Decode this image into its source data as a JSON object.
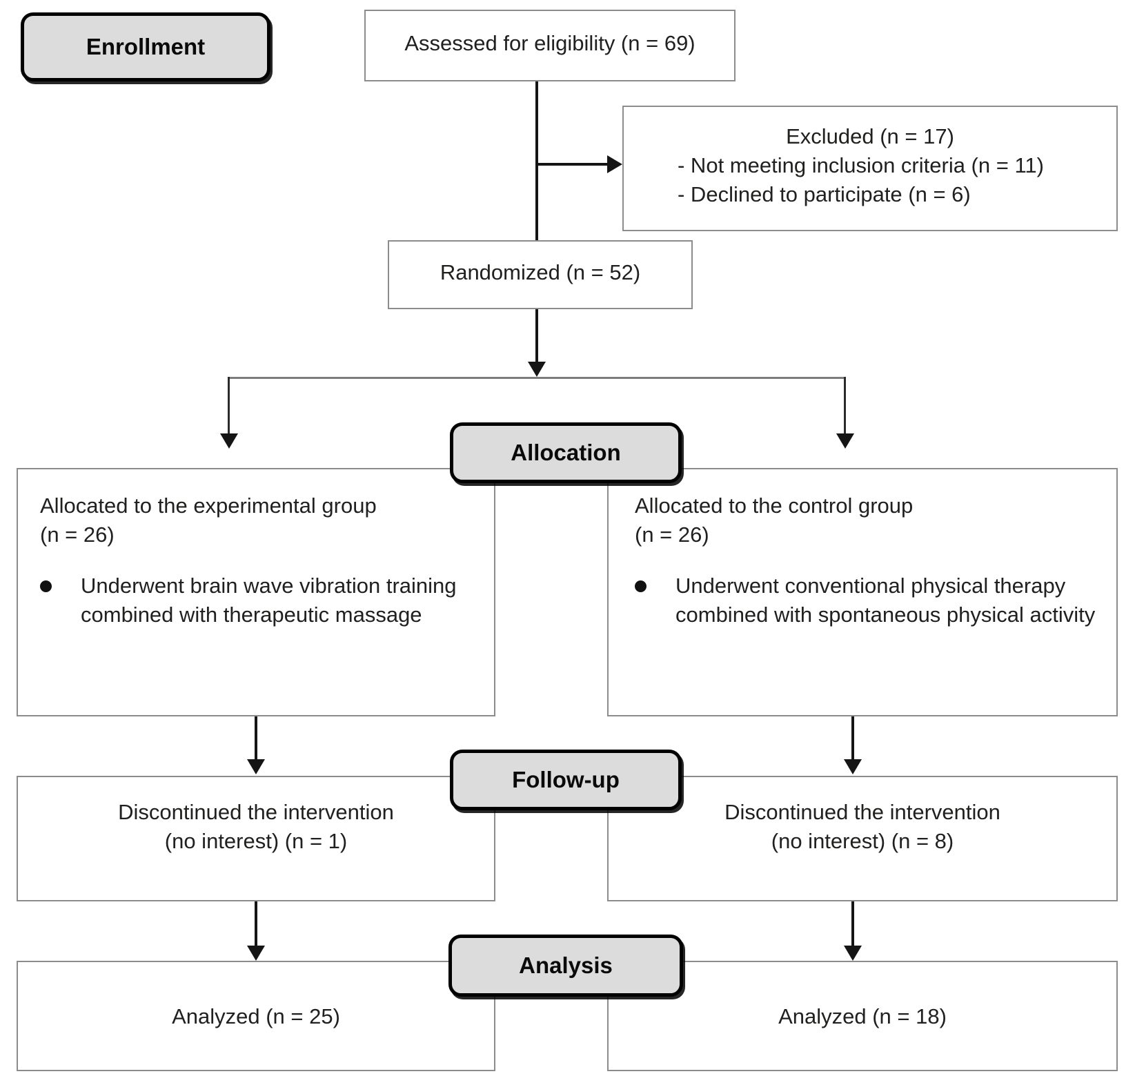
{
  "diagram": {
    "title": "CONSORT participant flow diagram",
    "colors": {
      "box_border": "#8c8c8c",
      "stage_fill": "#dcdcdc",
      "stage_border": "#000000",
      "line": "#151515",
      "text": "#20211f",
      "background": "#ffffff"
    }
  },
  "stages": {
    "enrollment": "Enrollment",
    "allocation": "Allocation",
    "followup": "Follow-up",
    "analysis": "Analysis"
  },
  "enrollment": {
    "assessed": "Assessed for eligibility (n = 69)",
    "excluded": {
      "heading": "Excluded (n = 17)",
      "reasons": [
        "- Not meeting inclusion criteria (n = 11)",
        "- Declined to participate (n = 6)"
      ]
    },
    "randomized": "Randomized (n = 52)"
  },
  "allocation": {
    "experimental": {
      "heading": "Allocated to the experimental group",
      "count": "(n = 26)",
      "bullets": [
        "Underwent brain wave vibration training combined with therapeutic massage"
      ]
    },
    "control": {
      "heading": "Allocated to the control group",
      "count": "(n = 26)",
      "bullets": [
        "Underwent conventional physical therapy combined with spontaneous physical activity"
      ]
    }
  },
  "followup": {
    "experimental": {
      "line1": "Discontinued the intervention",
      "line2": "(no interest) (n = 1)"
    },
    "control": {
      "line1": "Discontinued the intervention",
      "line2": "(no interest) (n = 8)"
    }
  },
  "analysis": {
    "experimental": "Analyzed (n = 25)",
    "control": "Analyzed (n = 18)"
  },
  "chart_data": {
    "type": "diagram",
    "title": "CONSORT flow diagram",
    "nodes": [
      {
        "id": "assessed",
        "stage": "Enrollment",
        "label": "Assessed for eligibility (n = 69)",
        "n": 69
      },
      {
        "id": "excluded",
        "stage": "Enrollment",
        "label": "Excluded (n = 17)",
        "n": 17,
        "children": [
          {
            "label": "Not meeting inclusion criteria (n = 11)",
            "n": 11
          },
          {
            "label": "Declined to participate (n = 6)",
            "n": 6
          }
        ]
      },
      {
        "id": "randomized",
        "stage": "Enrollment",
        "label": "Randomized (n = 52)",
        "n": 52
      },
      {
        "id": "alloc_exp",
        "stage": "Allocation",
        "label": "Allocated to the experimental group (n = 26)",
        "n": 26
      },
      {
        "id": "alloc_ctl",
        "stage": "Allocation",
        "label": "Allocated to the control group (n = 26)",
        "n": 26
      },
      {
        "id": "fu_exp",
        "stage": "Follow-up",
        "label": "Discontinued the intervention (no interest) (n = 1)",
        "n": 1
      },
      {
        "id": "fu_ctl",
        "stage": "Follow-up",
        "label": "Discontinued the intervention (no interest) (n = 8)",
        "n": 8
      },
      {
        "id": "an_exp",
        "stage": "Analysis",
        "label": "Analyzed (n = 25)",
        "n": 25
      },
      {
        "id": "an_ctl",
        "stage": "Analysis",
        "label": "Analyzed (n = 18)",
        "n": 18
      }
    ],
    "edges": [
      {
        "from": "assessed",
        "to": "excluded"
      },
      {
        "from": "assessed",
        "to": "randomized"
      },
      {
        "from": "randomized",
        "to": "alloc_exp"
      },
      {
        "from": "randomized",
        "to": "alloc_ctl"
      },
      {
        "from": "alloc_exp",
        "to": "fu_exp"
      },
      {
        "from": "alloc_ctl",
        "to": "fu_ctl"
      },
      {
        "from": "fu_exp",
        "to": "an_exp"
      },
      {
        "from": "fu_ctl",
        "to": "an_ctl"
      }
    ]
  }
}
